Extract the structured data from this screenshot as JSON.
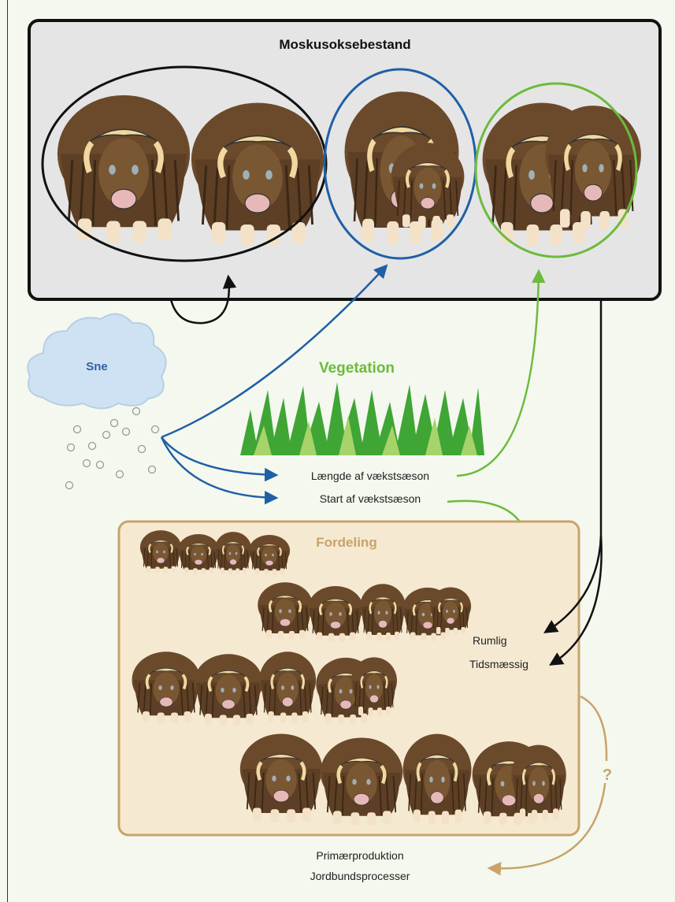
{
  "population_box": {
    "title": "Moskusoksebestand"
  },
  "snow": {
    "label": "Sne",
    "colors": {
      "cloud": "#cfe2f3",
      "text": "#2f5fa3",
      "flakes": "#999999"
    }
  },
  "vegetation": {
    "label": "Vegetation",
    "season_length": "Længde af vækstsæson",
    "season_start": "Start af vækstsæson",
    "colors": {
      "text": "#6cbb3c",
      "grass_dark": "#3fa535",
      "grass_light": "#a6d36a"
    }
  },
  "distribution": {
    "label": "Fordeling",
    "spatial": "Rumlig",
    "temporal": "Tidsmæssig",
    "colors": {
      "box_fill": "#f5e9d2",
      "box_border": "#c8a36a",
      "text": "#c8a36a"
    }
  },
  "question_mark": "?",
  "effects": {
    "primary_production": "Primærproduktion",
    "soil_processes": "Jordbundsprocesser"
  },
  "colors": {
    "population_box_fill": "#e5e5e5",
    "arrow_black": "#111111",
    "arrow_blue": "#1f5fa6",
    "arrow_green": "#6cbb3c",
    "arrow_tan": "#c8a36a",
    "muskox_fur": "#6b4a2b",
    "muskox_horn": "#f0d8a0"
  },
  "icons": [
    "muskox-herd",
    "snow-cloud",
    "grass-tuft"
  ]
}
